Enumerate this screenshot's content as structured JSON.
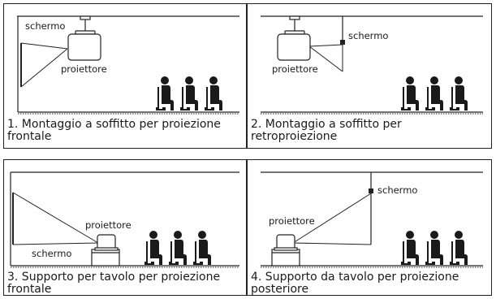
{
  "panels": [
    {
      "caption": "1. Montaggio a soffitto per proiezione frontale",
      "screen_label": "schermo",
      "projector_label": "proiettore"
    },
    {
      "caption": "2. Montaggio a soffitto per retroproiezione",
      "screen_label": "schermo",
      "projector_label": "proiettore"
    },
    {
      "caption": "3. Supporto per tavolo per proiezione frontale",
      "screen_label": "schermo",
      "projector_label": "proiettore"
    },
    {
      "caption": "4. Supporto da tavolo per proiezione posteriore",
      "screen_label": "schermo",
      "projector_label": "proiettore"
    }
  ],
  "icons": [
    "projector-icon",
    "audience-icon",
    "screen-icon"
  ]
}
